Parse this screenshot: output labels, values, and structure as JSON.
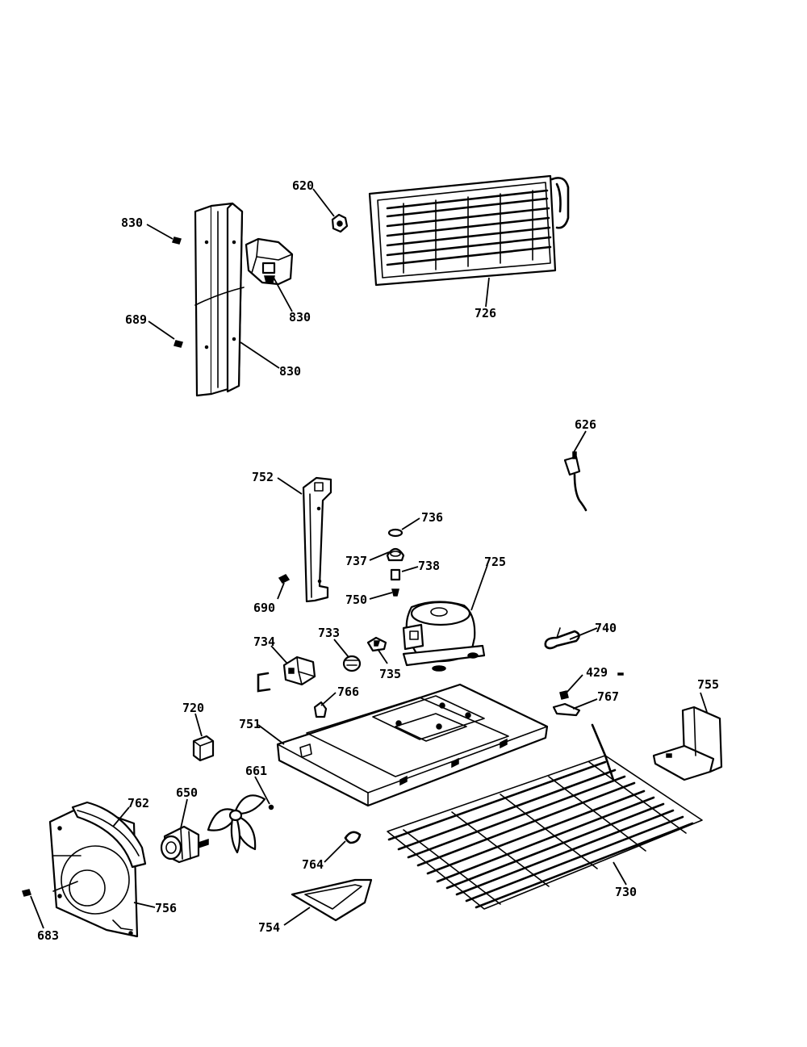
{
  "labels": {
    "p830a": "830",
    "p830b": "830",
    "p830c": "830",
    "p689": "689",
    "p620": "620",
    "p726": "726",
    "p626": "626",
    "p752": "752",
    "p736": "736",
    "p737": "737",
    "p738": "738",
    "p725": "725",
    "p750": "750",
    "p690": "690",
    "p740": "740",
    "p734": "734",
    "p733": "733",
    "p735": "735",
    "p429": "429",
    "p767": "767",
    "p766": "766",
    "p755": "755",
    "p720": "720",
    "p751": "751",
    "p661": "661",
    "p650": "650",
    "p762": "762",
    "p764": "764",
    "p730": "730",
    "p756": "756",
    "p754": "754",
    "p683": "683"
  },
  "stroke_color": "#000000",
  "background_color": "#ffffff"
}
